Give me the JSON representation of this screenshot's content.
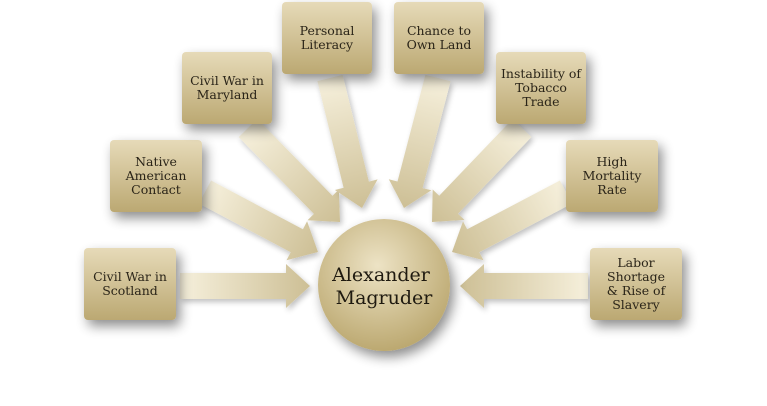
{
  "center": {
    "lines": [
      "Alexander",
      "Magruder"
    ]
  },
  "factors": [
    {
      "id": "civil-war-scotland",
      "lines": [
        "Civil War in",
        "Scotland"
      ]
    },
    {
      "id": "native-american-contact",
      "lines": [
        "Native",
        "American",
        "Contact"
      ]
    },
    {
      "id": "civil-war-maryland",
      "lines": [
        "Civil War in",
        "Maryland"
      ]
    },
    {
      "id": "personal-literacy",
      "lines": [
        "Personal",
        "Literacy"
      ]
    },
    {
      "id": "chance-to-own-land",
      "lines": [
        "Chance to",
        "Own Land"
      ]
    },
    {
      "id": "instability-tobacco-trade",
      "lines": [
        "Instability of",
        "Tobacco",
        "Trade"
      ]
    },
    {
      "id": "high-mortality-rate",
      "lines": [
        "High",
        "Mortality",
        "Rate"
      ]
    },
    {
      "id": "labor-shortage-slavery",
      "lines": [
        "Labor",
        "Shortage",
        "& Rise of",
        "Slavery"
      ]
    }
  ],
  "colors": {
    "box_light": "#e2d5b0",
    "box_dark": "#b9a671",
    "arrow_light": "#f6f0dc",
    "arrow_dark": "#cdbf95",
    "circle_light": "#e8dcba",
    "circle_dark": "#bca96f",
    "text": "#2a2418"
  }
}
